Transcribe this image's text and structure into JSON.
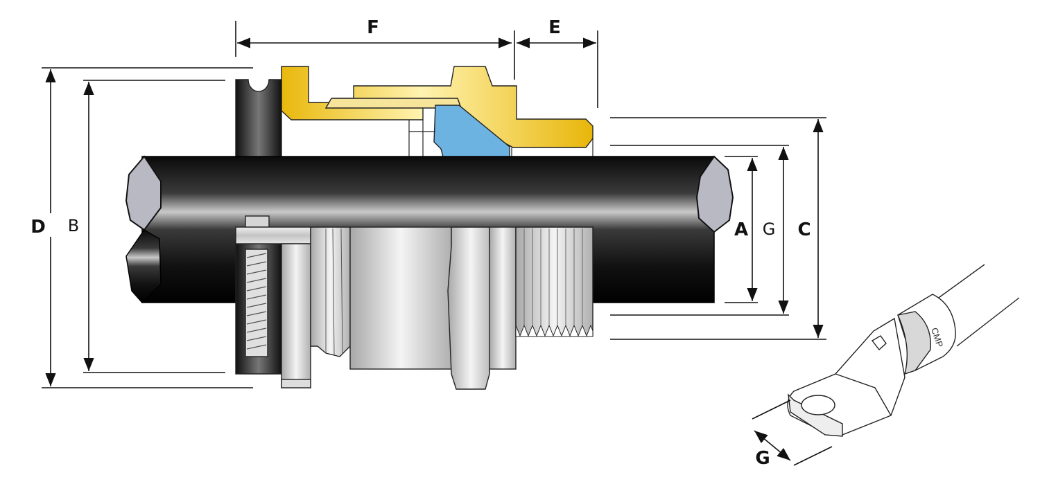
{
  "title": "Cable gland dimension diagram",
  "dimensions": {
    "F": "F",
    "E": "E",
    "D": "D",
    "B": "B",
    "A": "A",
    "G": "G",
    "C": "C",
    "lug_G": "G"
  },
  "lug": {
    "marking": "CMP"
  },
  "colors": {
    "brass": "#f2c811",
    "seal": "#6cb3e2",
    "cable": "#111111",
    "cable_end": "#b9b9c4",
    "metal": "#d8d8d8"
  }
}
